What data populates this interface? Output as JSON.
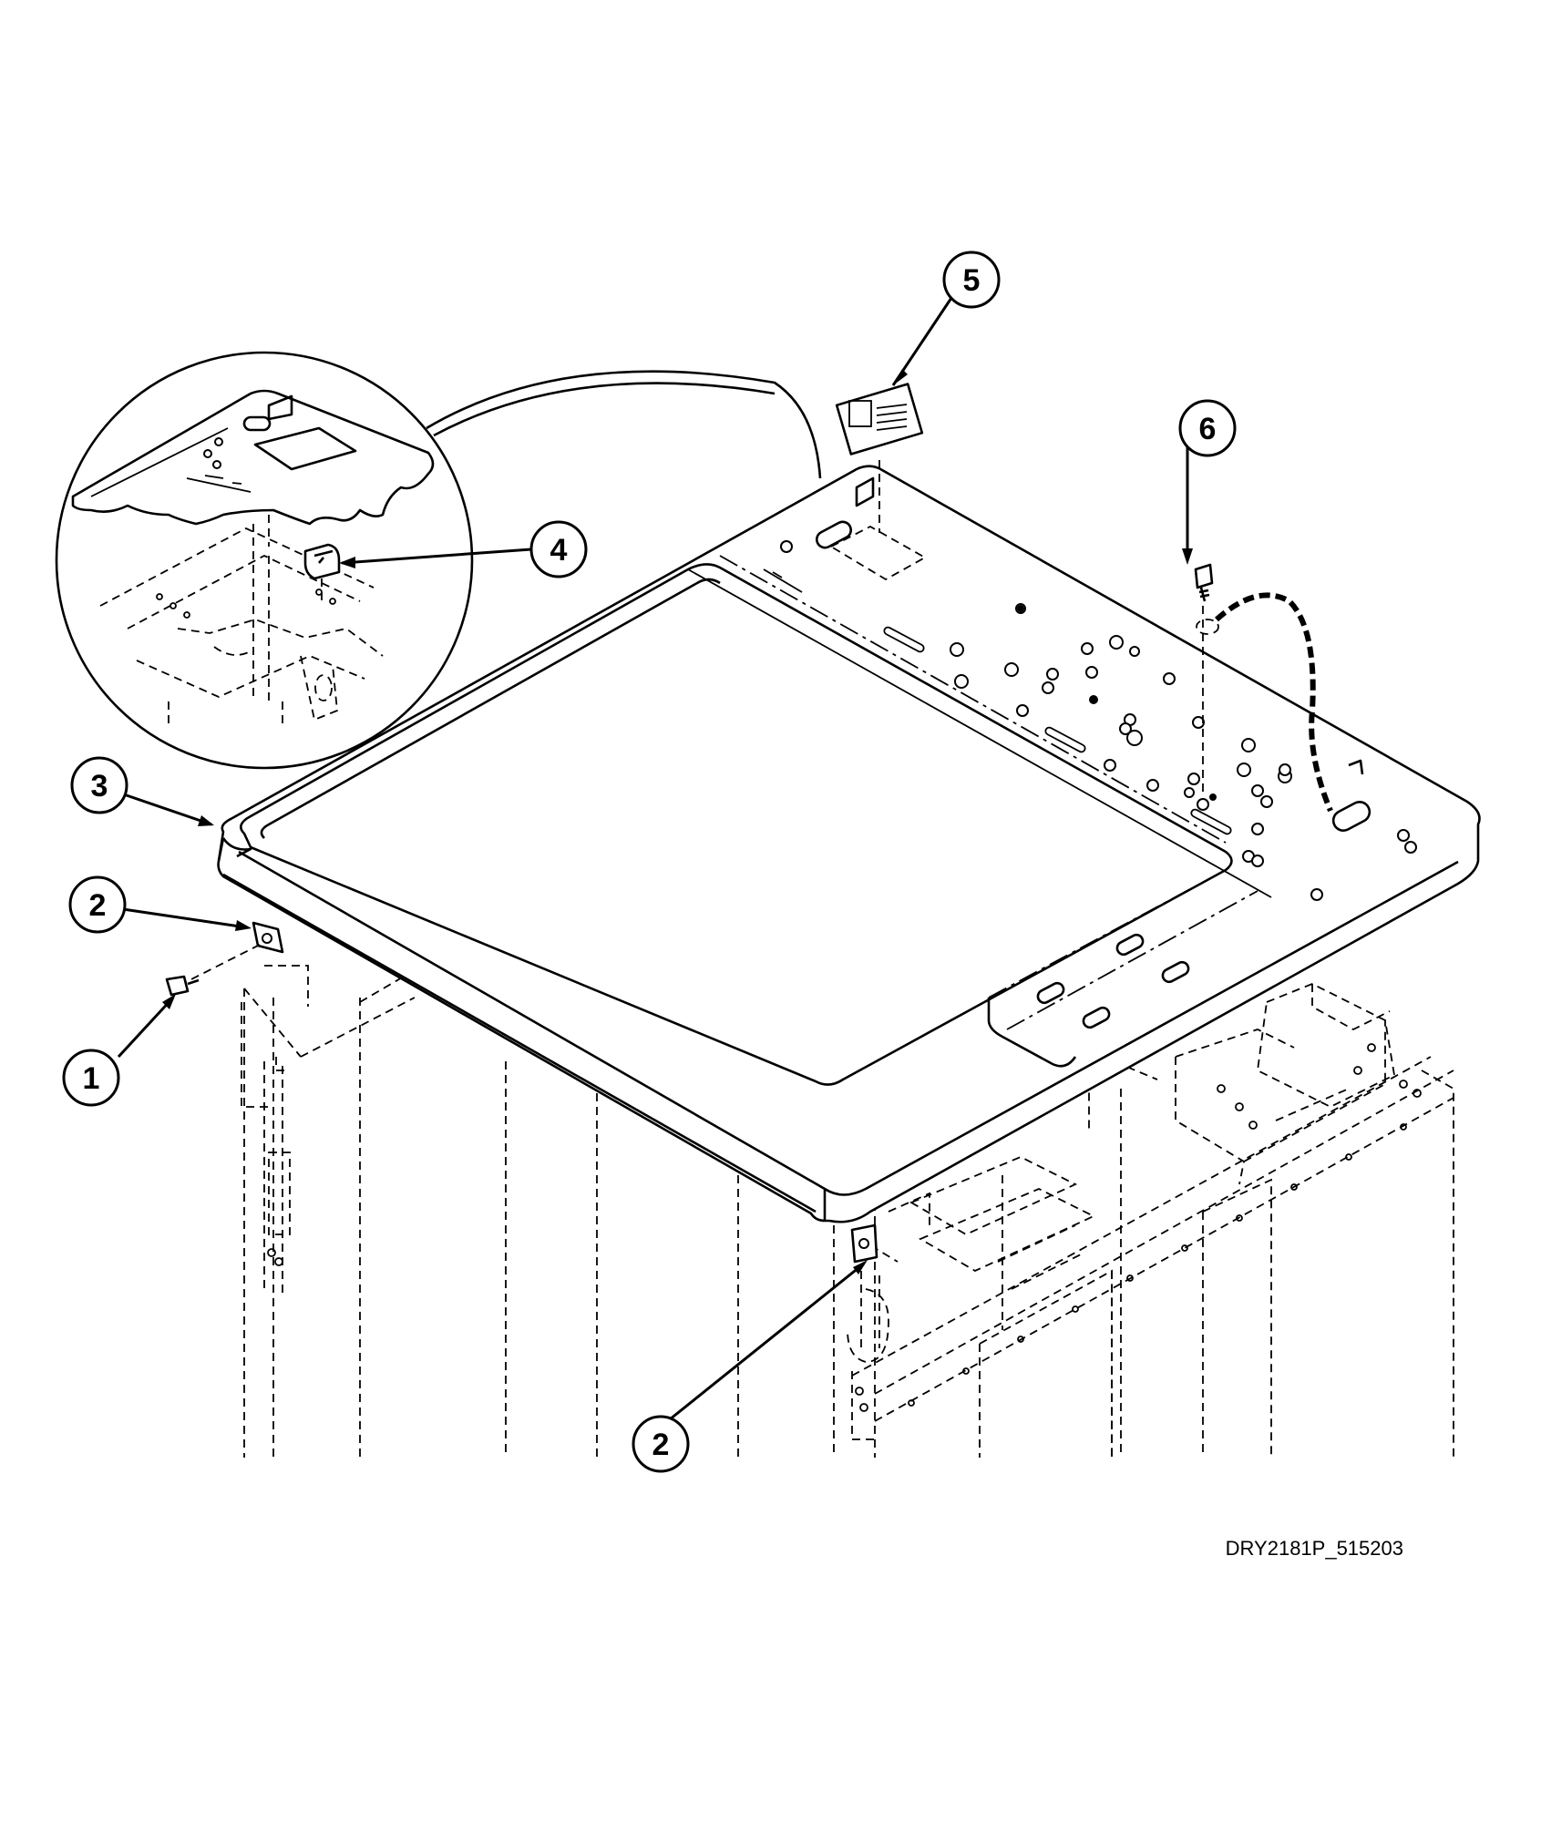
{
  "diagram": {
    "reference_code": "DRY2181P_515203",
    "callouts": [
      {
        "id": "1",
        "label": "1"
      },
      {
        "id": "2a",
        "label": "2"
      },
      {
        "id": "2b",
        "label": "2"
      },
      {
        "id": "3",
        "label": "3"
      },
      {
        "id": "4",
        "label": "4"
      },
      {
        "id": "5",
        "label": "5"
      },
      {
        "id": "6",
        "label": "6"
      }
    ],
    "colors": {
      "line": "#000000",
      "background": "#ffffff"
    }
  }
}
